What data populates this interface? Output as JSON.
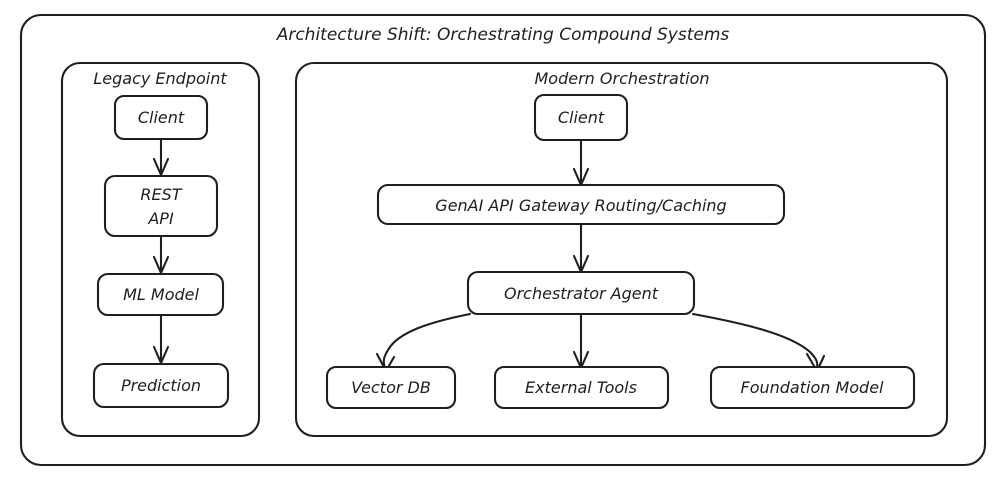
{
  "diagram": {
    "title": "Architecture Shift: Orchestrating Compound Systems",
    "background_color": "#ffffff",
    "default_stroke": "#1f1f1f",
    "clusters": [
      {
        "id": "legacy",
        "label": "Legacy Endpoint",
        "nodes": [
          "client_legacy",
          "rest_api",
          "ml_model",
          "prediction"
        ]
      },
      {
        "id": "modern",
        "label": "Modern Orchestration",
        "nodes": [
          "client_modern",
          "gateway",
          "orchestrator",
          "vector_db",
          "external_tools",
          "foundation_model"
        ]
      }
    ],
    "nodes": [
      {
        "id": "client_legacy",
        "label": "Client",
        "fill": "#fbeeaa",
        "stroke": "#1f1f1f",
        "text_color": "#1f1f1f"
      },
      {
        "id": "rest_api",
        "label": "REST API",
        "line1": "REST",
        "line2": "API",
        "fill": "#ffffff",
        "stroke": "#1f1f1f",
        "text_color": "#1f1f1f"
      },
      {
        "id": "ml_model",
        "label": "ML Model",
        "fill": "#ffffff",
        "stroke": "#1f1f1f",
        "text_color": "#1f1f1f"
      },
      {
        "id": "prediction",
        "label": "Prediction",
        "fill": "#ffffff",
        "stroke": "#1f1f1f",
        "text_color": "#1f1f1f"
      },
      {
        "id": "client_modern",
        "label": "Client",
        "fill": "#fbeeaa",
        "stroke": "#1f1f1f",
        "text_color": "#1f1f1f"
      },
      {
        "id": "gateway",
        "label": "GenAI API Gateway Routing/Caching",
        "fill": "#ffffff",
        "stroke": "#1f1f1f",
        "text_color": "#1f1f1f"
      },
      {
        "id": "orchestrator",
        "label": "Orchestrator Agent",
        "fill": "#ffffff",
        "stroke": "#1f1f1f",
        "text_color": "#1f1f1f"
      },
      {
        "id": "vector_db",
        "label": "Vector DB",
        "fill": "#a8d5f8",
        "stroke": "#2a7fd4",
        "text_color": "#1565c0"
      },
      {
        "id": "external_tools",
        "label": "External Tools",
        "fill": "#abe8a6",
        "stroke": "#3aa83a",
        "text_color": "#2e7d32"
      },
      {
        "id": "foundation_model",
        "label": "Foundation Model",
        "fill": "#fcbcbc",
        "stroke": "#e53935",
        "text_color": "#e53935"
      }
    ],
    "edges": [
      {
        "from": "client_legacy",
        "to": "rest_api"
      },
      {
        "from": "rest_api",
        "to": "ml_model"
      },
      {
        "from": "ml_model",
        "to": "prediction"
      },
      {
        "from": "client_modern",
        "to": "gateway"
      },
      {
        "from": "gateway",
        "to": "orchestrator"
      },
      {
        "from": "orchestrator",
        "to": "vector_db"
      },
      {
        "from": "orchestrator",
        "to": "external_tools"
      },
      {
        "from": "orchestrator",
        "to": "foundation_model"
      }
    ]
  }
}
